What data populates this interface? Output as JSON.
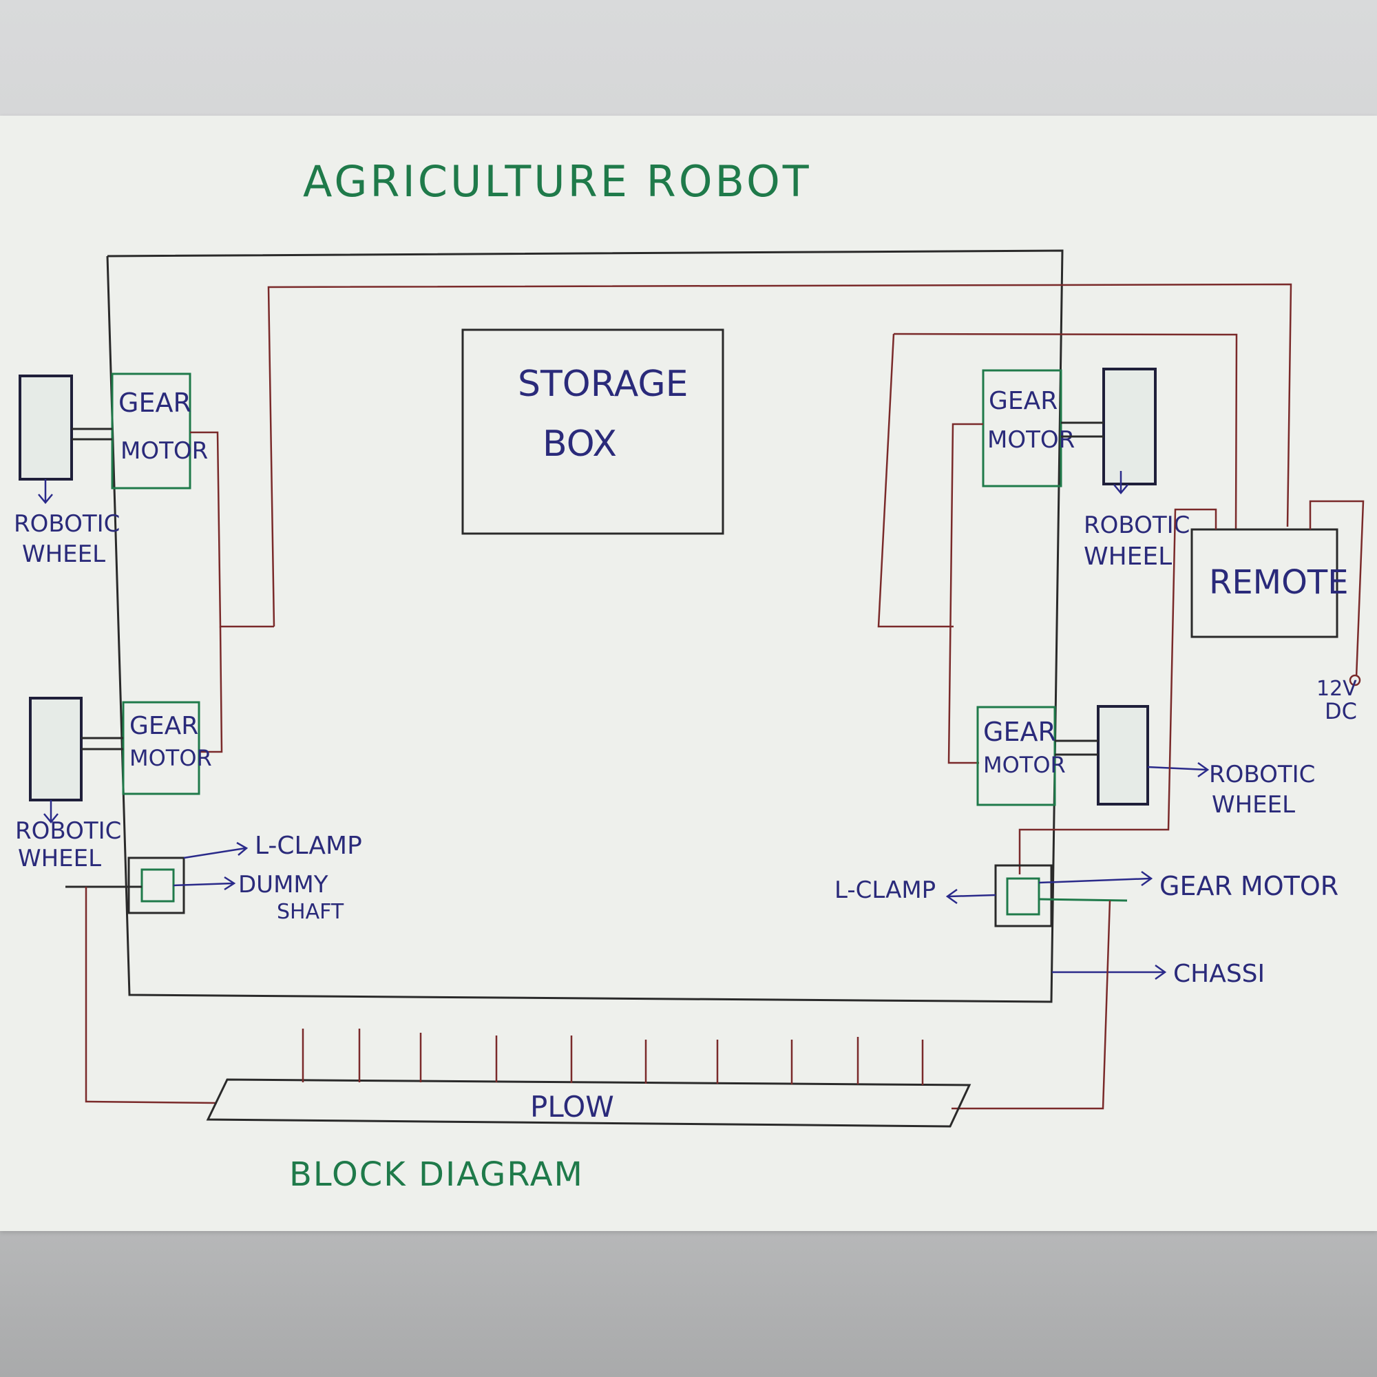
{
  "title": "AGRICULTURE ROBOT",
  "footer": "BLOCK DIAGRAM",
  "storage_box": {
    "line1": "STORAGE",
    "line2": "BOX"
  },
  "gear_motor": {
    "line1": "GEAR",
    "line2": "MOTOR"
  },
  "robotic_wheel": {
    "line1": "ROBOTIC",
    "line2": "WHEEL"
  },
  "remote": "REMOTE",
  "power": {
    "line1": "12V",
    "line2": "DC"
  },
  "labels": {
    "l_clamp_left": "L-CLAMP",
    "dummy_shaft_1": "DUMMY",
    "dummy_shaft_2": "SHAFT",
    "l_clamp_right": "L-CLAMP",
    "gear_motor_right": "GEAR MOTOR",
    "chassi": "CHASSI",
    "plow": "PLOW"
  },
  "colors": {
    "green_ink": "#1f7a4a",
    "blue_ink": "#2a2a7a",
    "red_wire": "#7a2a2a",
    "black_ink": "#2a2a2a"
  }
}
